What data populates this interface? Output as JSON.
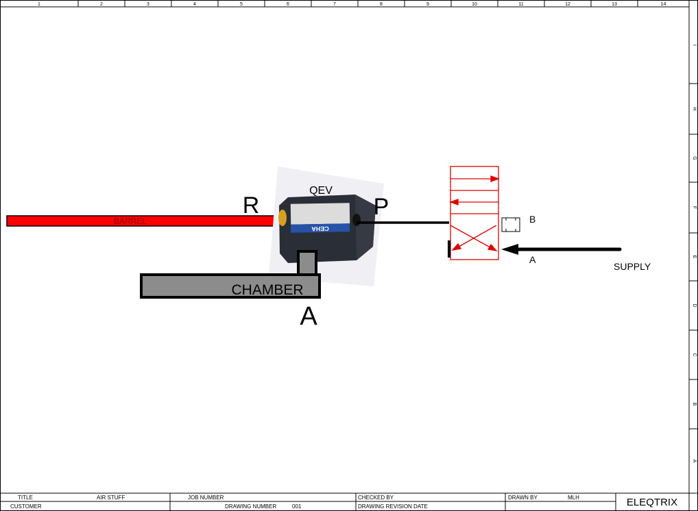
{
  "ruler": {
    "columns": [
      "1",
      "2",
      "3",
      "4",
      "5",
      "6",
      "7",
      "8",
      "9",
      "10",
      "11",
      "12",
      "13",
      "14"
    ],
    "rows": [
      "I",
      "H",
      "G",
      "F",
      "E",
      "D",
      "C",
      "B",
      "A"
    ]
  },
  "diagram": {
    "barrel_label": "BARREL",
    "chamber_label": "CHAMBER",
    "qev_label": "QEV",
    "port_r": "R",
    "port_p": "P",
    "port_a": "A",
    "valve_port_b": "B",
    "valve_port_a": "A",
    "supply_label": "SUPPLY",
    "qev_brand": "CEHA",
    "colors": {
      "barrel": "#ff0000",
      "valve": "#e00000",
      "chamber": "#8c8c8c"
    }
  },
  "title_block": {
    "title_label": "TITLE",
    "title_value": "AIR STUFF",
    "customer_label": "CUSTOMER",
    "job_number_label": "JOB NUMBER",
    "drawing_number_label": "DRAWING NUMBER",
    "drawing_number_value": "001",
    "checked_by_label": "CHECKED BY",
    "drawing_revision_date_label": "DRAWING REVISION DATE",
    "drawn_by_label": "DRAWN BY",
    "drawn_by_value": "MLH",
    "company": "ELEQTRIX"
  }
}
